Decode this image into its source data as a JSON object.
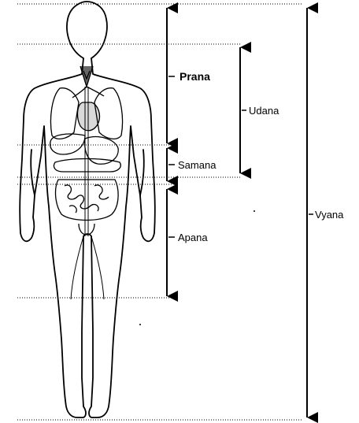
{
  "regions": [
    {
      "key": "prana",
      "label": "Prana"
    },
    {
      "key": "udana",
      "label": "Udana"
    },
    {
      "key": "samana",
      "label": "Samana"
    },
    {
      "key": "apana",
      "label": "Apana"
    },
    {
      "key": "vyana",
      "label": "Vyana"
    }
  ],
  "colors": {
    "line": "#000000",
    "background": "#ffffff"
  }
}
